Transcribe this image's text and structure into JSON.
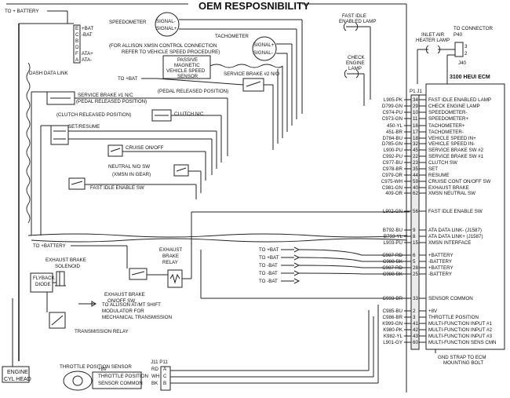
{
  "title": "OEM RESPOSNIBILITY",
  "ecm": {
    "title": "3100 HEUI ECM",
    "gnd": [
      "GND STRAP TO ECM",
      "MOUNTING BOLT"
    ],
    "connector": "P1 J1",
    "pins": [
      {
        "wire": "L905-PK",
        "pin": "34",
        "func": "FAST IDLE ENABLED LAMP"
      },
      {
        "wire": "D799-GN",
        "pin": "29",
        "func": "CHECK ENGINE LAMP"
      },
      {
        "wire": "C974-PU",
        "pin": "10",
        "func": "SPEEDOMETER-"
      },
      {
        "wire": "C973-GN",
        "pin": "11",
        "func": "SPEEDOMETER+"
      },
      {
        "wire": "450-YL",
        "pin": "16",
        "func": "TACHOMETER+"
      },
      {
        "wire": "451-BR",
        "pin": "17",
        "func": "TACHOMETER-"
      },
      {
        "wire": "D784-BU",
        "pin": "18",
        "func": "VEHICLE SPEED IN+"
      },
      {
        "wire": "D785-GN",
        "pin": "32",
        "func": "VEHICLE SPEED IN-"
      },
      {
        "wire": "L900-PU",
        "pin": "45",
        "func": "SERVICE BRAKE SW #2"
      },
      {
        "wire": "C992-PU",
        "pin": "22",
        "func": "SERVICE BRAKE SW #1"
      },
      {
        "wire": "C977-BU",
        "pin": "23",
        "func": "CLUTCH SW"
      },
      {
        "wire": "C978-BR",
        "pin": "35",
        "func": "SET"
      },
      {
        "wire": "C979-OR",
        "pin": "44",
        "func": "RESUME"
      },
      {
        "wire": "C975-WH",
        "pin": "59",
        "func": "CRUISE CONT ON/OFF SW"
      },
      {
        "wire": "C981-GN",
        "pin": "40",
        "func": "EXHAUST BRAKE"
      },
      {
        "wire": "409-OR",
        "pin": "62",
        "func": "XMSN NEUTRAL SW"
      },
      {
        "wire": "L902-GN",
        "pin": "56",
        "func": "FAST IDLE ENABLE SW"
      },
      {
        "wire": "B792-BU",
        "pin": "9",
        "func": "ATA DATA LINK- (J1587)"
      },
      {
        "wire": "B793-YL",
        "pin": "8",
        "func": "ATA DATA LINK+ (J1587)"
      },
      {
        "wire": "L903-PU",
        "pin": "15",
        "func": "XMSN INTERFACE"
      },
      {
        "wire": "C987-RD",
        "pin": "6",
        "func": "+BATTERY"
      },
      {
        "wire": "C988-BK",
        "pin": "5",
        "func": "-BATTERY"
      },
      {
        "wire": "C987-RD",
        "pin": "28",
        "func": "+BATTERY"
      },
      {
        "wire": "C988-BK",
        "pin": "25",
        "func": "-BATTERY"
      },
      {
        "wire": "C993-BR",
        "pin": "33",
        "func": "SENSOR COMMON"
      },
      {
        "wire": "C985-BU",
        "pin": "2",
        "func": "+8V"
      },
      {
        "wire": "C986-BR",
        "pin": "3",
        "func": "THROTTLE POSITION"
      },
      {
        "wire": "K999-GN",
        "pin": "41",
        "func": "MULTI-FUNCTION INPUT #1"
      },
      {
        "wire": "K980-PK",
        "pin": "42",
        "func": "MULTI-FUNCTION INPUT #2"
      },
      {
        "wire": "K982-YL",
        "pin": "43",
        "func": "MULTI-FUNCTION INPUT #3"
      },
      {
        "wire": "L901-GY",
        "pin": "60",
        "func": "MULTI-FUNCTION SENS CMN"
      }
    ]
  },
  "dash": {
    "battery": "TO + BATTERY",
    "pins": [
      {
        "pin": "E",
        "label": "+BAT"
      },
      {
        "pin": "C",
        "label": "-BAT"
      },
      {
        "pin": "B",
        "label": ""
      },
      {
        "pin": "D",
        "label": ""
      },
      {
        "pin": "F",
        "label": "ATA+"
      },
      {
        "pin": "A",
        "label": "ATA-"
      }
    ],
    "label": "DASH DATA LINK"
  },
  "gauges": {
    "speedometer": "SPEEDOMETER",
    "tachometer": "TACHOMETER",
    "sig_minus": "SIGNAL-",
    "sig_plus": "SIGNAL+",
    "allison_note": [
      "(FOR ALLISON XMSN CONTROL CONNECTION",
      "REFER TO VEHICLE SPEED PROCEDURE)"
    ],
    "vss": [
      "PASSIVE",
      "MAGNETIC",
      "VEHICLE SPEED",
      "SENSOR"
    ]
  },
  "lamps": {
    "fast_idle": [
      "FAST IDLE",
      "ENABLED LAMP"
    ],
    "check_engine": [
      "CHECK",
      "ENGINE",
      "LAMP"
    ]
  },
  "inlet": {
    "label": [
      "INLET AIR",
      "HEATER LAMP"
    ],
    "connector": [
      "TO CONNECTOR",
      "P40"
    ],
    "j40": "J40",
    "pins": [
      "3",
      "2"
    ]
  },
  "switches": {
    "service2": "SERVICE BRAKE #2 N/O",
    "service2_pedal": "(PEDAL RELEASED POSITION)",
    "to_bat": "TO +BAT",
    "service1": "SERVICE BRAKE #1 N/C",
    "service1_pedal": "(PEDAL RELEASED POSITION)",
    "clutch_pos": "(CLUTCH RELEASED POSITION)",
    "clutch": "CLUTCH N/C",
    "set_resume": "SET/RESUME",
    "cruise": "CRUISE ON/OFF",
    "neutral": "NEUTRAL N/O SW",
    "neutral_gear": "(XMSN IN GEAR)",
    "fast_idle": "FAST IDLE ENABLE SW",
    "battery": "TO +BATTERY"
  },
  "exhaust": {
    "solenoid": [
      "EXHAUST BRAKE",
      "SOLENOID"
    ],
    "relay": [
      "EXHAUST",
      "BRAKE",
      "RELAY"
    ],
    "flyback": [
      "FLYBACK",
      "DIODE"
    ],
    "switch": [
      "EXHAUST BRAKE",
      "ON/OFF SW"
    ],
    "allison": [
      "TO ALLISON AT/MT SHIFT",
      "MODULATOR FOR",
      "MECHANICAL TRANSMISSION"
    ],
    "relay_label": "TRANSMISSION RELAY"
  },
  "battery_feeds": [
    "TO +BAT",
    "TO +BAT",
    "TO -BAT",
    "TO -BAT",
    "TO -BAT"
  ],
  "throttle": {
    "title": "THROTTLE POSITION SENSOR",
    "connector": "J11 P11",
    "rows": [
      {
        "sig": "+8V",
        "col": "RD",
        "pin": "A"
      },
      {
        "sig": "THROTTLE POSITION",
        "col": "WH",
        "pin": "C"
      },
      {
        "sig": "SENSOR COMMON",
        "col": "BK",
        "pin": "B"
      }
    ]
  },
  "engine": [
    "ENGINE",
    "CYL HEAD"
  ]
}
